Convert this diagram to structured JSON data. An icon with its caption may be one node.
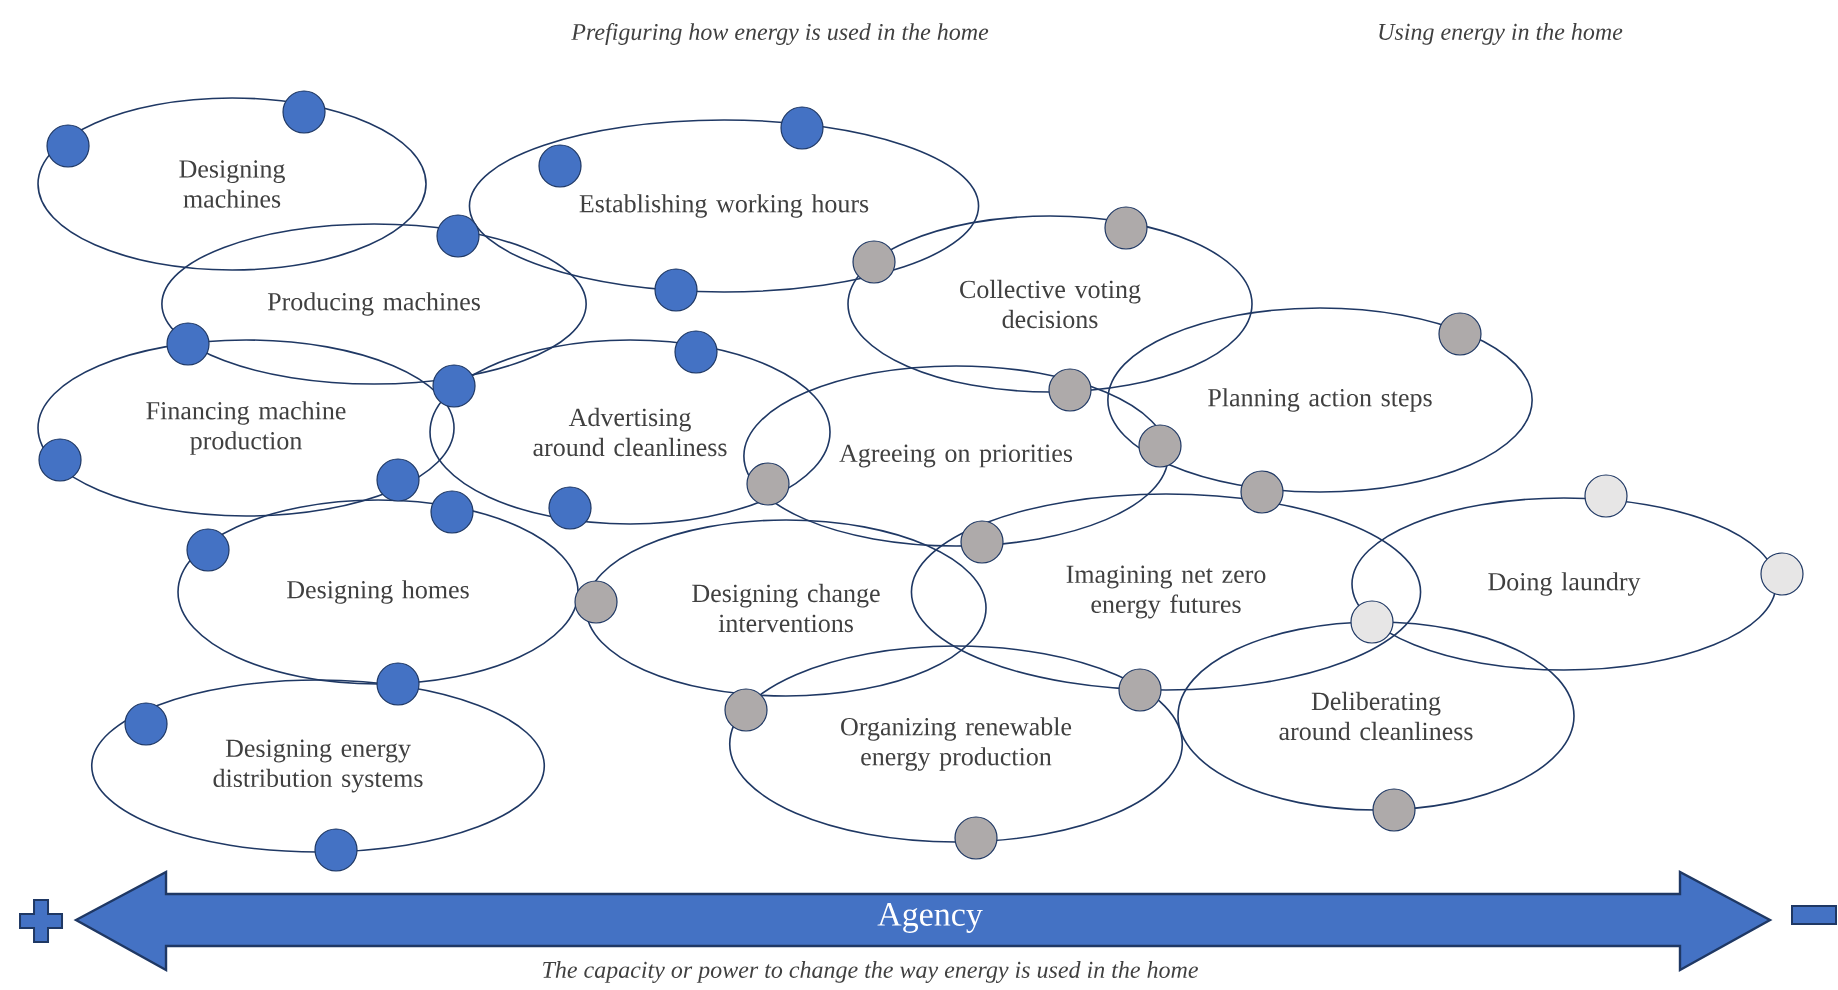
{
  "diagram": {
    "nodes": [
      {
        "text": [
          "Designing machines"
        ]
      },
      {
        "text": [
          "Establishing working hours"
        ]
      },
      {
        "text": [
          "Producing machines"
        ]
      },
      {
        "text": [
          "Collective voting decisions"
        ]
      },
      {
        "text": [
          "Financing machine production"
        ]
      },
      {
        "text": [
          "Advertising around cleanliness"
        ]
      },
      {
        "text": [
          "Planning action steps"
        ]
      },
      {
        "text": [
          "Agreeing on priorities"
        ]
      },
      {
        "text": [
          "Designing homes"
        ]
      },
      {
        "text": [
          "Designing change interventions"
        ]
      },
      {
        "text": [
          "Imagining net zero energy futures"
        ]
      },
      {
        "text": [
          "Doing laundry"
        ]
      },
      {
        "text": [
          "Designing energy distribution systems"
        ]
      },
      {
        "text": [
          "Organizing renewable energy production"
        ]
      },
      {
        "text": [
          "Deliberating around cleanliness"
        ]
      },
      {
        "text": [
          "Agency"
        ]
      }
    ],
    "labels": [
      "Prefiguring how energy is used in the home",
      "Using energy in the home",
      "The capacity or power to change the way energy is used in the home"
    ]
  }
}
